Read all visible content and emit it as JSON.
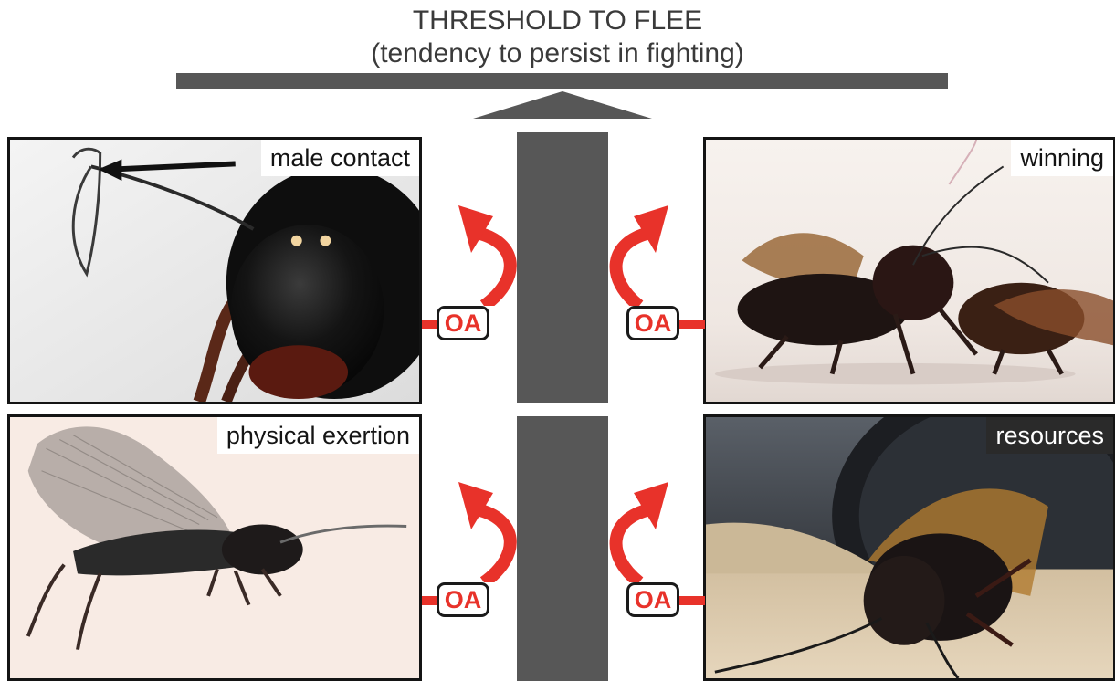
{
  "title": {
    "line1": "THRESHOLD TO FLEE",
    "line2": "(tendency to persist in fighting)"
  },
  "panels": {
    "male_contact": {
      "label": "male contact"
    },
    "winning": {
      "label": "winning"
    },
    "physical_exertion": {
      "label": "physical exertion"
    },
    "resources": {
      "label": "resources"
    }
  },
  "modulator": {
    "label": "OA"
  },
  "colors": {
    "bar": "#575757",
    "accent": "#e8322a",
    "border": "#141414"
  }
}
